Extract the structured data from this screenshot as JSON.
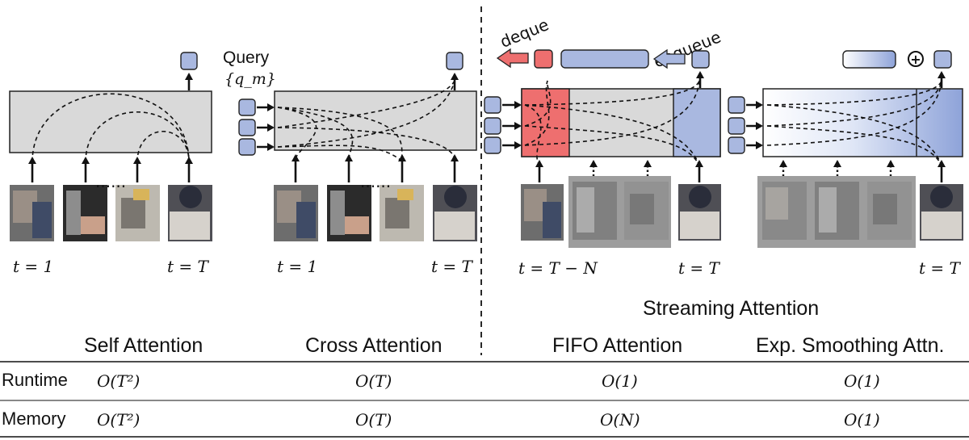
{
  "panels": {
    "self": {
      "title": "Self Attention",
      "t_start": "t = 1",
      "t_end": "t = T",
      "dots": "......"
    },
    "cross": {
      "title": "Cross Attention",
      "t_start": "t = 1",
      "t_end": "t = T",
      "dots": "......",
      "query_label": "Query",
      "query_symbol": "{q_m}"
    },
    "fifo": {
      "title": "FIFO Attention",
      "t_start": "t = T − N",
      "t_end": "t = T",
      "deque_label": "deque",
      "enqueue_label": "enqueue"
    },
    "exp": {
      "title": "Exp. Smoothing Attn.",
      "t_end": "t = T",
      "plus_symbol": "⊕"
    }
  },
  "streaming_label": "Streaming Attention",
  "table": {
    "rows": [
      {
        "label": "Runtime",
        "values": [
          "O(T²)",
          "O(T)",
          "O(1)",
          "O(1)"
        ]
      },
      {
        "label": "Memory",
        "values": [
          "O(T²)",
          "O(T)",
          "O(N)",
          "O(1)"
        ]
      }
    ]
  },
  "colors": {
    "token_blue": "#a9b8e0",
    "box_gray": "#d9d9d9",
    "fifo_red": "#ee6f6f",
    "queue_blue": "#a9b8e0",
    "faded_gray": "#9d9d9d"
  },
  "icons": [
    "right-arrow-icon",
    "up-arrow-icon",
    "plus-circle-icon",
    "film-frame-icon"
  ]
}
